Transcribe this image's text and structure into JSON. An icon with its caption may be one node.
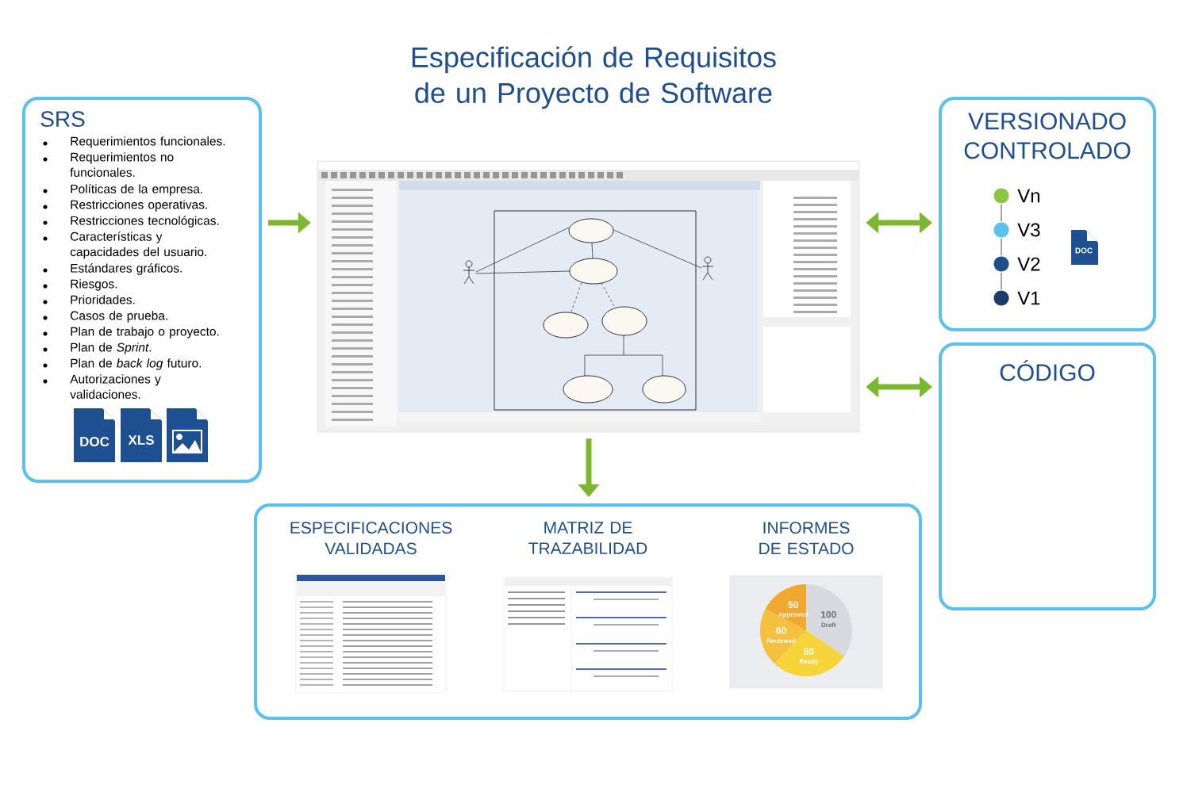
{
  "diagram": {
    "title": "Especificación de Requisitos de un Proyecto de Software",
    "nodes": [
      {
        "text": [
          "SRS",
          "Requerimientos funcionales.",
          "Requerimientos no funcionales.",
          "Políticas de la empresa.",
          "Restricciones operativas.",
          "Restricciones tecnológicas.",
          "Características y capacidades del usuario.",
          "Estándares gráficos.",
          "Riesgos.",
          "Prioridades.",
          "Casos de prueba.",
          "Plan de trabajo o proyecto.",
          "Plan de *Sprint*.",
          "Plan de *back log* futuro.",
          "Autorizaciones y validaciones."
        ]
      },
      {
        "text": [],
        "shape": "picture"
      },
      {
        "text": [
          "VERSIONADO CONTROLADO"
        ]
      },
      {
        "text": [
          "Vn"
        ],
        "in": 2
      },
      {
        "text": [
          "V3"
        ],
        "in": 2
      },
      {
        "text": [
          "V2"
        ],
        "in": 2
      },
      {
        "text": [
          "V1"
        ],
        "in": 2
      },
      {
        "text": [
          "CÓDIGO"
        ]
      },
      {
        "text": [],
        "shape": "box"
      },
      {
        "text": [
          "ESPECIFICACIONES VALIDADAS"
        ],
        "in": 8
      },
      {
        "text": [
          "MATRIZ DE TRAZABILIDAD"
        ],
        "in": 8
      },
      {
        "text": [
          "INFORMES DE ESTADO"
        ],
        "in": 8
      }
    ],
    "edges": [
      {
        "from": 0,
        "to": 1,
        "arrow": "to"
      },
      {
        "from": 1,
        "to": 2,
        "arrow": "both"
      },
      {
        "from": 1,
        "to": 7,
        "arrow": "both"
      },
      {
        "from": 1,
        "to": 8,
        "arrow": "to"
      },
      {
        "from": 3,
        "to": 4,
        "arrow": "none",
        "color": "#a6a6a6"
      },
      {
        "from": 4,
        "to": 5,
        "arrow": "none",
        "color": "#a6a6a6"
      },
      {
        "from": 5,
        "to": 6,
        "arrow": "none",
        "color": "#a6a6a6"
      }
    ],
    "labels": [
      "DOC",
      "XLS",
      "DOC"
    ],
    "chart_data": {
      "type": "pie",
      "categories": [
        "Draft",
        "Ready",
        "Reviewed",
        "Approved"
      ],
      "values": [
        100,
        80,
        60,
        50
      ],
      "data_labels": true,
      "value_labels": [
        "100",
        "80",
        "60",
        "50"
      ]
    }
  }
}
